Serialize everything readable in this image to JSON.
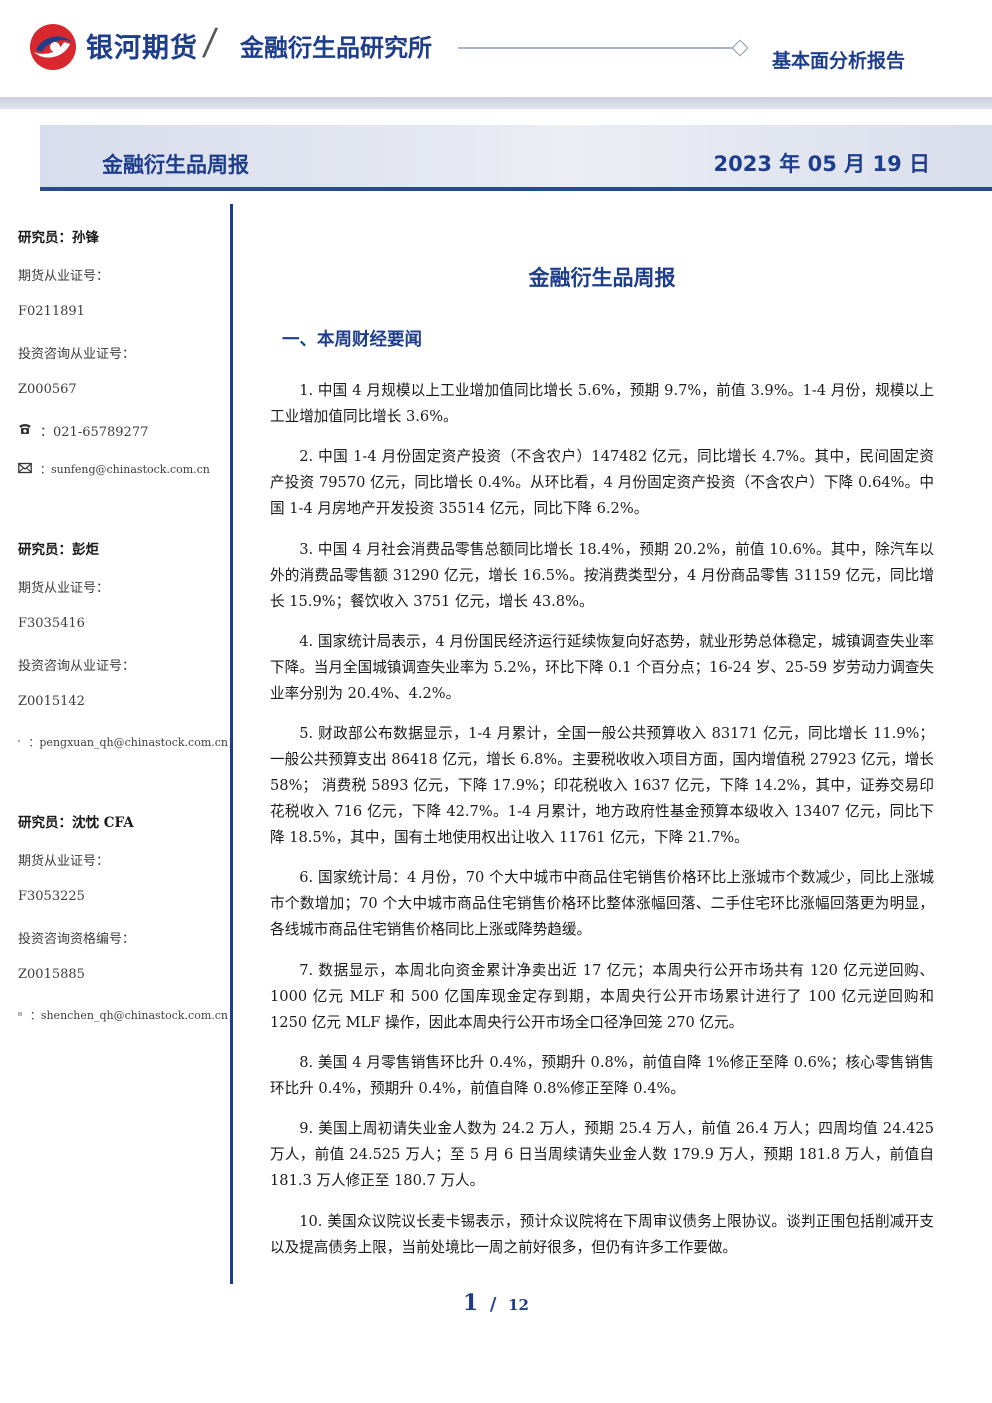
{
  "header": {
    "company": "银河期货",
    "institute": "金融衍生品研究所",
    "report_type": "基本面分析报告"
  },
  "banner": {
    "title": "金融衍生品周报",
    "date": "2023 年 05 月 19 日"
  },
  "sidebar": {
    "analysts": [
      {
        "name_line": "研究员：孙锋",
        "license_label": "期货从业证号：",
        "license": "F0211891",
        "consult_label": "投资咨询从业证号：",
        "consult": "Z000567",
        "phone": "：021-65789277",
        "email": "：sunfeng@chinastock.com.cn"
      },
      {
        "name_line": "研究员：彭炬",
        "license_label": "期货从业证号：",
        "license": "F3035416",
        "consult_label": "投资咨询从业证号：",
        "consult": "Z0015142",
        "email": "：pengxuan_qh@chinastock.com.cn"
      },
      {
        "name_line": "研究员：沈忱 CFA",
        "license_label": "期货从业证号：",
        "license": "F3053225",
        "consult_label": "投资咨询资格编号：",
        "consult": "Z0015885",
        "email": "：shenchen_qh@chinastock.com.cn"
      }
    ]
  },
  "main": {
    "title": "金融衍生品周报",
    "section_title": "一、本周财经要闻",
    "items": [
      "1. 中国 4 月规模以上工业增加值同比增长 5.6%，预期 9.7%，前值 3.9%。1-4 月份，规模以上工业增加值同比增长 3.6%。",
      "2. 中国 1-4 月份固定资产投资（不含农户）147482 亿元，同比增长 4.7%。其中，民间固定资产投资 79570 亿元，同比增长 0.4%。从环比看，4 月份固定资产投资（不含农户）下降 0.64%。中国 1-4 月房地产开发投资 35514 亿元，同比下降 6.2%。",
      "3. 中国 4 月社会消费品零售总额同比增长 18.4%，预期 20.2%，前值 10.6%。其中，除汽车以外的消费品零售额 31290 亿元，增长 16.5%。按消费类型分，4 月份商品零售 31159 亿元，同比增长 15.9%；餐饮收入 3751 亿元，增长 43.8%。",
      "4. 国家统计局表示，4 月份国民经济运行延续恢复向好态势，就业形势总体稳定，城镇调查失业率下降。当月全国城镇调查失业率为 5.2%，环比下降 0.1 个百分点；16-24 岁、25-59 岁劳动力调查失业率分别为 20.4%、4.2%。",
      "5. 财政部公布数据显示，1-4 月累计，全国一般公共预算收入 83171 亿元，同比增长 11.9%；一般公共预算支出 86418 亿元，增长 6.8%。主要税收收入项目方面，国内增值税 27923 亿元，增长 58%； 消费税 5893 亿元，下降 17.9%；印花税收入 1637 亿元，下降 14.2%，其中，证券交易印花税收入 716 亿元，下降 42.7%。1-4 月累计，地方政府性基金预算本级收入 13407 亿元，同比下降 18.5%，其中，国有土地使用权出让收入 11761 亿元，下降 21.7%。",
      "6. 国家统计局：4 月份，70 个大中城市中商品住宅销售价格环比上涨城市个数减少，同比上涨城市个数增加；70 个大中城市商品住宅销售价格环比整体涨幅回落、二手住宅环比涨幅回落更为明显，各线城市商品住宅销售价格同比上涨或降势趋缓。",
      "7. 数据显示，本周北向资金累计净卖出近 17 亿元；本周央行公开市场共有 120 亿元逆回购、1000 亿元 MLF 和 500 亿国库现金定存到期，本周央行公开市场累计进行了 100 亿元逆回购和 1250 亿元 MLF 操作，因此本周央行公开市场全口径净回笼 270 亿元。",
      "8. 美国 4 月零售销售环比升 0.4%，预期升 0.8%，前值自降 1%修正至降 0.6%；核心零售销售环比升 0.4%，预期升 0.4%，前值自降 0.8%修正至降 0.4%。",
      "9. 美国上周初请失业金人数为 24.2 万人，预期 25.4 万人，前值 26.4 万人；四周均值 24.425 万人，前值 24.525 万人；至 5 月 6 日当周续请失业金人数 179.9 万人，预期 181.8 万人，前值自 181.3 万人修正至 180.7 万人。",
      "10. 美国众议院议长麦卡锡表示，预计众议院将在下周审议债务上限协议。谈判正围包括削减开支以及提高债务上限，当前处境比一周之前好很多，但仍有许多工作要做。"
    ]
  },
  "footer": {
    "page_current": "1",
    "separator": "/",
    "page_total": "12"
  }
}
